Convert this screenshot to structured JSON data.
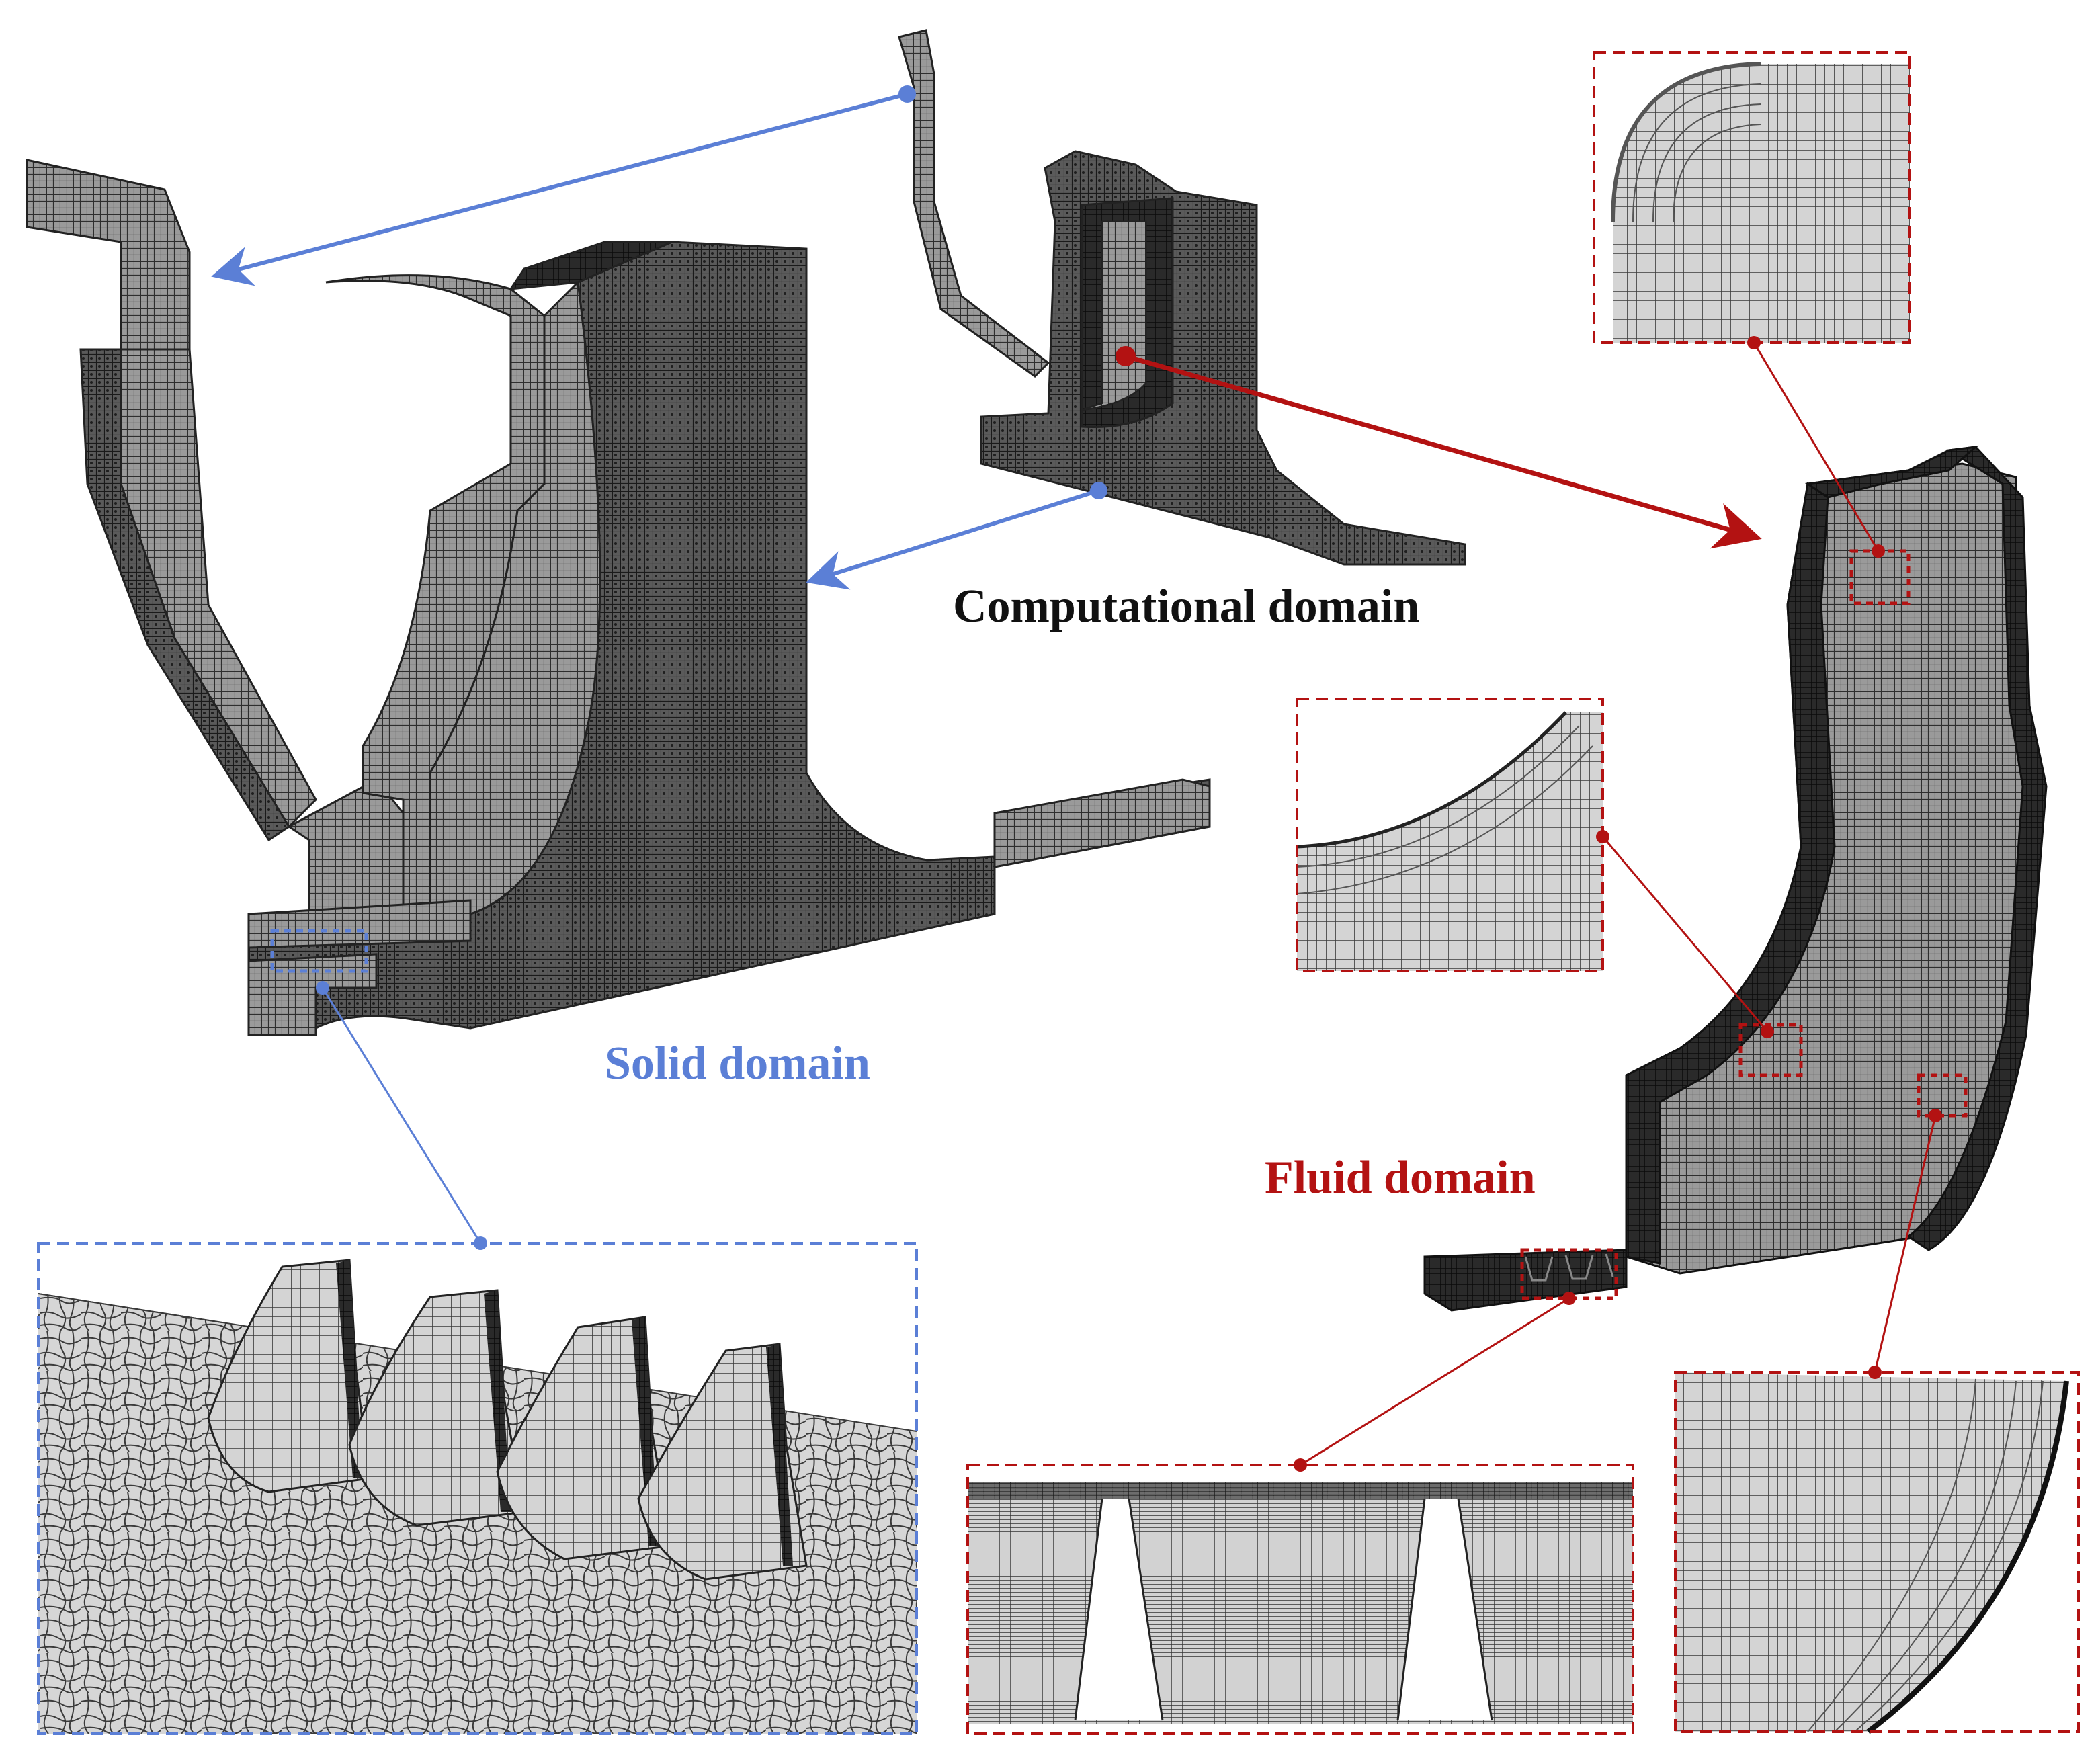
{
  "labels": {
    "computational": "Computational domain",
    "solid": "Solid domain",
    "fluid": "Fluid domain"
  },
  "colors": {
    "solid_accent": "#5b7fd6",
    "fluid_accent": "#b31212",
    "mesh_dark": "#2b2b2b",
    "mesh_light": "#d4d4d4",
    "label_dark": "#111111"
  }
}
